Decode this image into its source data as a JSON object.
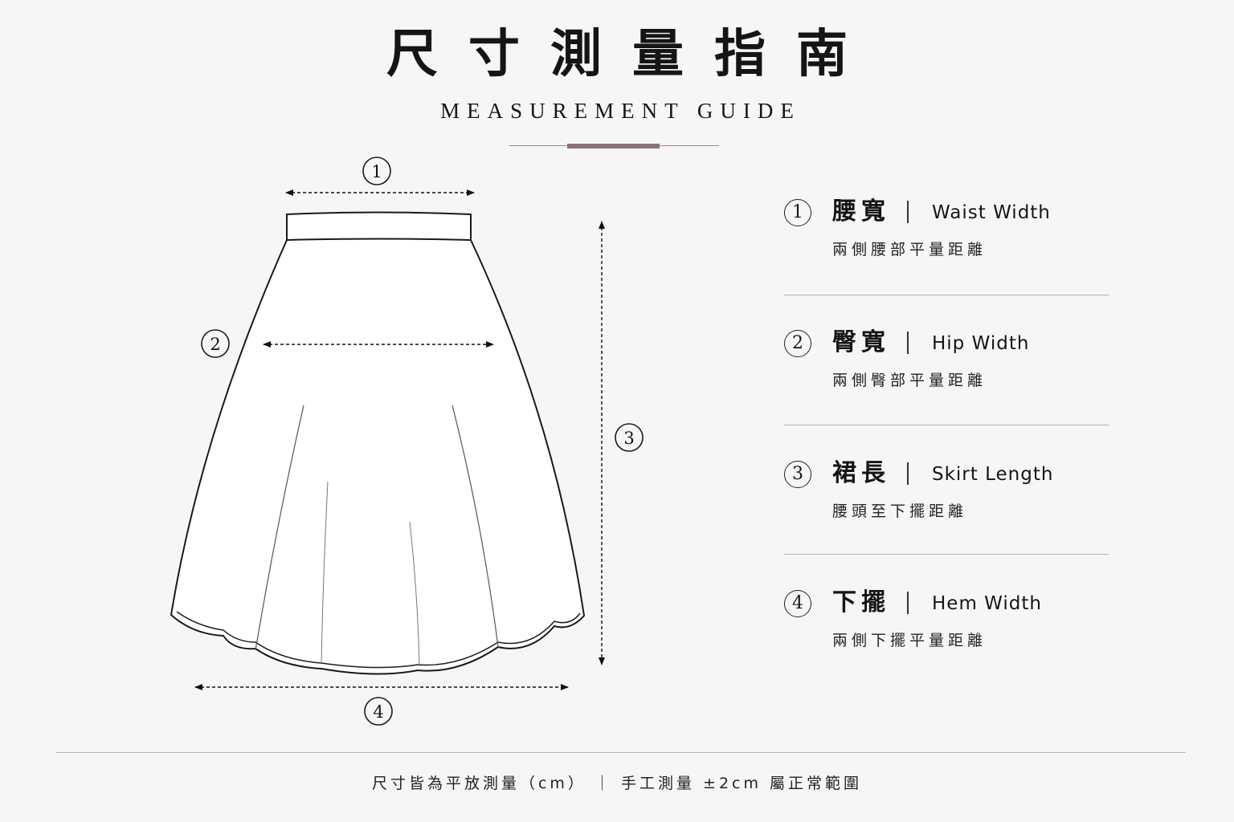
{
  "header": {
    "title": "尺寸測量指南",
    "subtitle": "MEASUREMENT GUIDE"
  },
  "colors": {
    "background": "#f7f6f6",
    "accent": "#8b7276",
    "rule": "#bbb2b3",
    "ink": "#151515"
  },
  "diagram": {
    "markers": [
      "1",
      "2",
      "3",
      "4"
    ]
  },
  "legend": [
    {
      "num": "1",
      "zh": "腰寬",
      "en": "Waist Width",
      "desc": "兩側腰部平量距離"
    },
    {
      "num": "2",
      "zh": "臀寬",
      "en": "Hip Width",
      "desc": "兩側臀部平量距離"
    },
    {
      "num": "3",
      "zh": "裙長",
      "en": "Skirt Length",
      "desc": "腰頭至下擺距離"
    },
    {
      "num": "4",
      "zh": "下擺",
      "en": "Hem Width",
      "desc": "兩側下擺平量距離"
    }
  ],
  "footer": {
    "note": "尺寸皆為平放測量（cm） ｜ 手工測量 ±2cm 屬正常範圍"
  }
}
